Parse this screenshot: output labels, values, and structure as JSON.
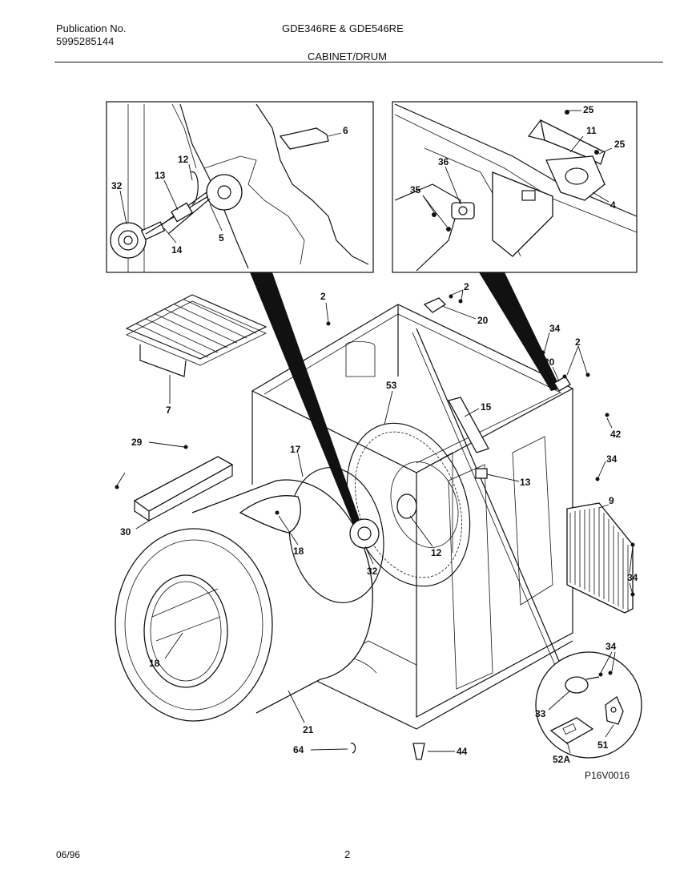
{
  "header": {
    "publication_label": "Publication No.",
    "publication_number": "5995285144",
    "models": "GDE346RE & GDE546RE",
    "section": "CABINET/DRUM"
  },
  "footer": {
    "date": "06/96",
    "page": "2"
  },
  "diagram": {
    "figure_code": "P16V0016",
    "part_numbers": {
      "p2a": "2",
      "p2b": "2",
      "p2c": "2",
      "p4": "4",
      "p5": "5",
      "p6": "6",
      "p7": "7",
      "p9": "9",
      "p11": "11",
      "p12a": "12",
      "p12b": "12",
      "p13a": "13",
      "p13b": "13",
      "p14": "14",
      "p15": "15",
      "p17": "17",
      "p18a": "18",
      "p18b": "18",
      "p20a": "20",
      "p20b": "20",
      "p21": "21",
      "p25a": "25",
      "p25b": "25",
      "p29": "29",
      "p30": "30",
      "p32a": "32",
      "p32b": "32",
      "p33": "33",
      "p34a": "34",
      "p34b": "34",
      "p34c": "34",
      "p34d": "34",
      "p35": "35",
      "p36": "36",
      "p42": "42",
      "p44": "44",
      "p51": "51",
      "p52a": "52A",
      "p53": "53",
      "p64": "64"
    }
  }
}
